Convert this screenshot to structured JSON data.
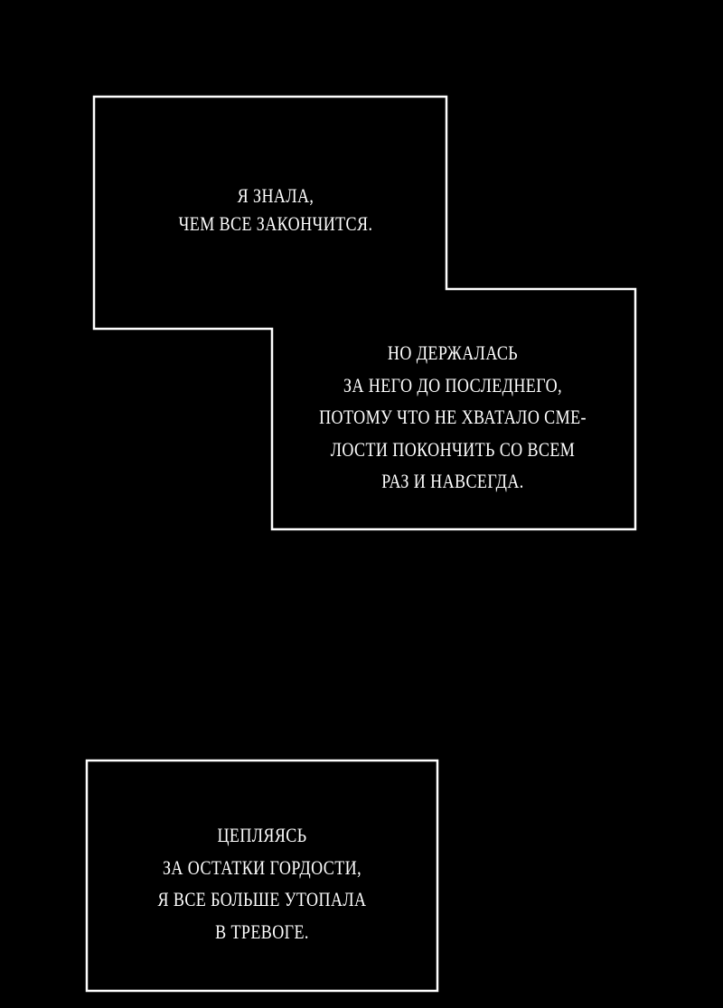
{
  "border_color": "#ffffff",
  "background_color": "#000000",
  "captions": [
    {
      "lines": [
        "Я ЗНАЛА,",
        "ЧЕМ ВСЕ ЗАКОНЧИТСЯ."
      ]
    },
    {
      "lines": [
        "НО ДЕРЖАЛАСЬ",
        "ЗА НЕГО ДО ПОСЛЕДНЕГО,",
        "ПОТОМУ ЧТО НЕ ХВАТАЛО СМЕ-",
        "ЛОСТИ ПОКОНЧИТЬ СО ВСЕМ",
        "РАЗ И НАВСЕГДА."
      ]
    },
    {
      "lines": [
        "ЦЕПЛЯЯСЬ",
        "ЗА ОСТАТКИ ГОРДОСТИ,",
        "Я ВСЕ БОЛЬШЕ УТОПАЛА",
        "В ТРЕВОГЕ."
      ]
    }
  ]
}
